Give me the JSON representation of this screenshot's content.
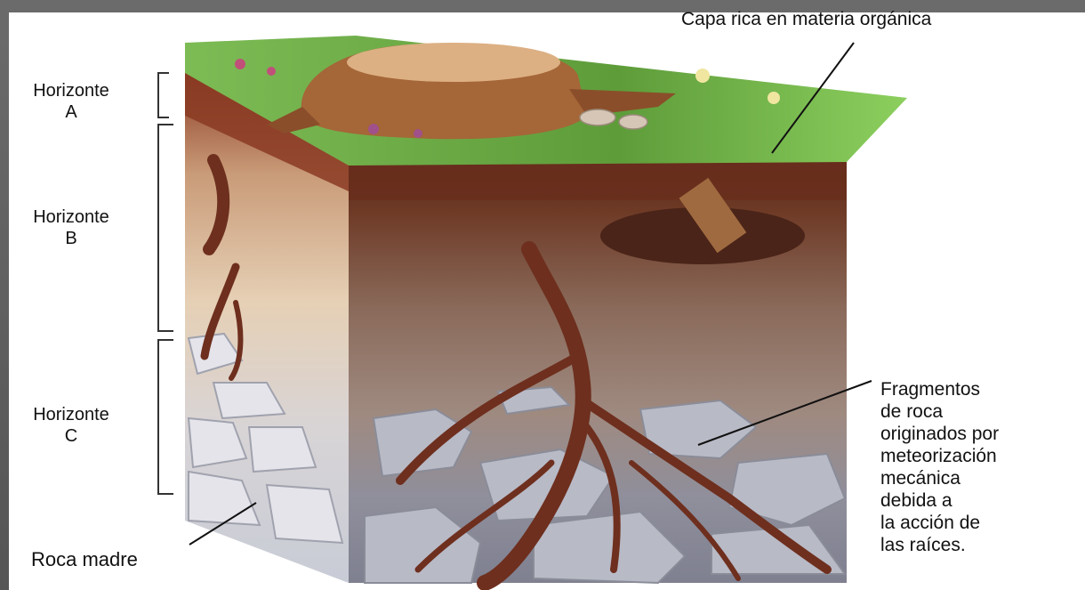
{
  "labels": {
    "capa_rica": "Capa rica en materia orgánica",
    "horizonte_a": "Horizonte\nA",
    "horizonte_b": "Horizonte\nB",
    "horizonte_c": "Horizonte\nC",
    "roca_madre": "Roca madre",
    "fragmentos": "Fragmentos\nde roca\noriginados por\nmeteorización\nmecánica\ndebida a\nla acción de\nlas raíces."
  },
  "colors": {
    "grass": "#5f9e3c",
    "topsoil": "#6b3a24",
    "subsoil": "#8a6a55",
    "subsoil_light": "#d9c3a8",
    "rock": "#a8a8b4",
    "root": "#6e2f1e",
    "stump": "#b8784a"
  }
}
